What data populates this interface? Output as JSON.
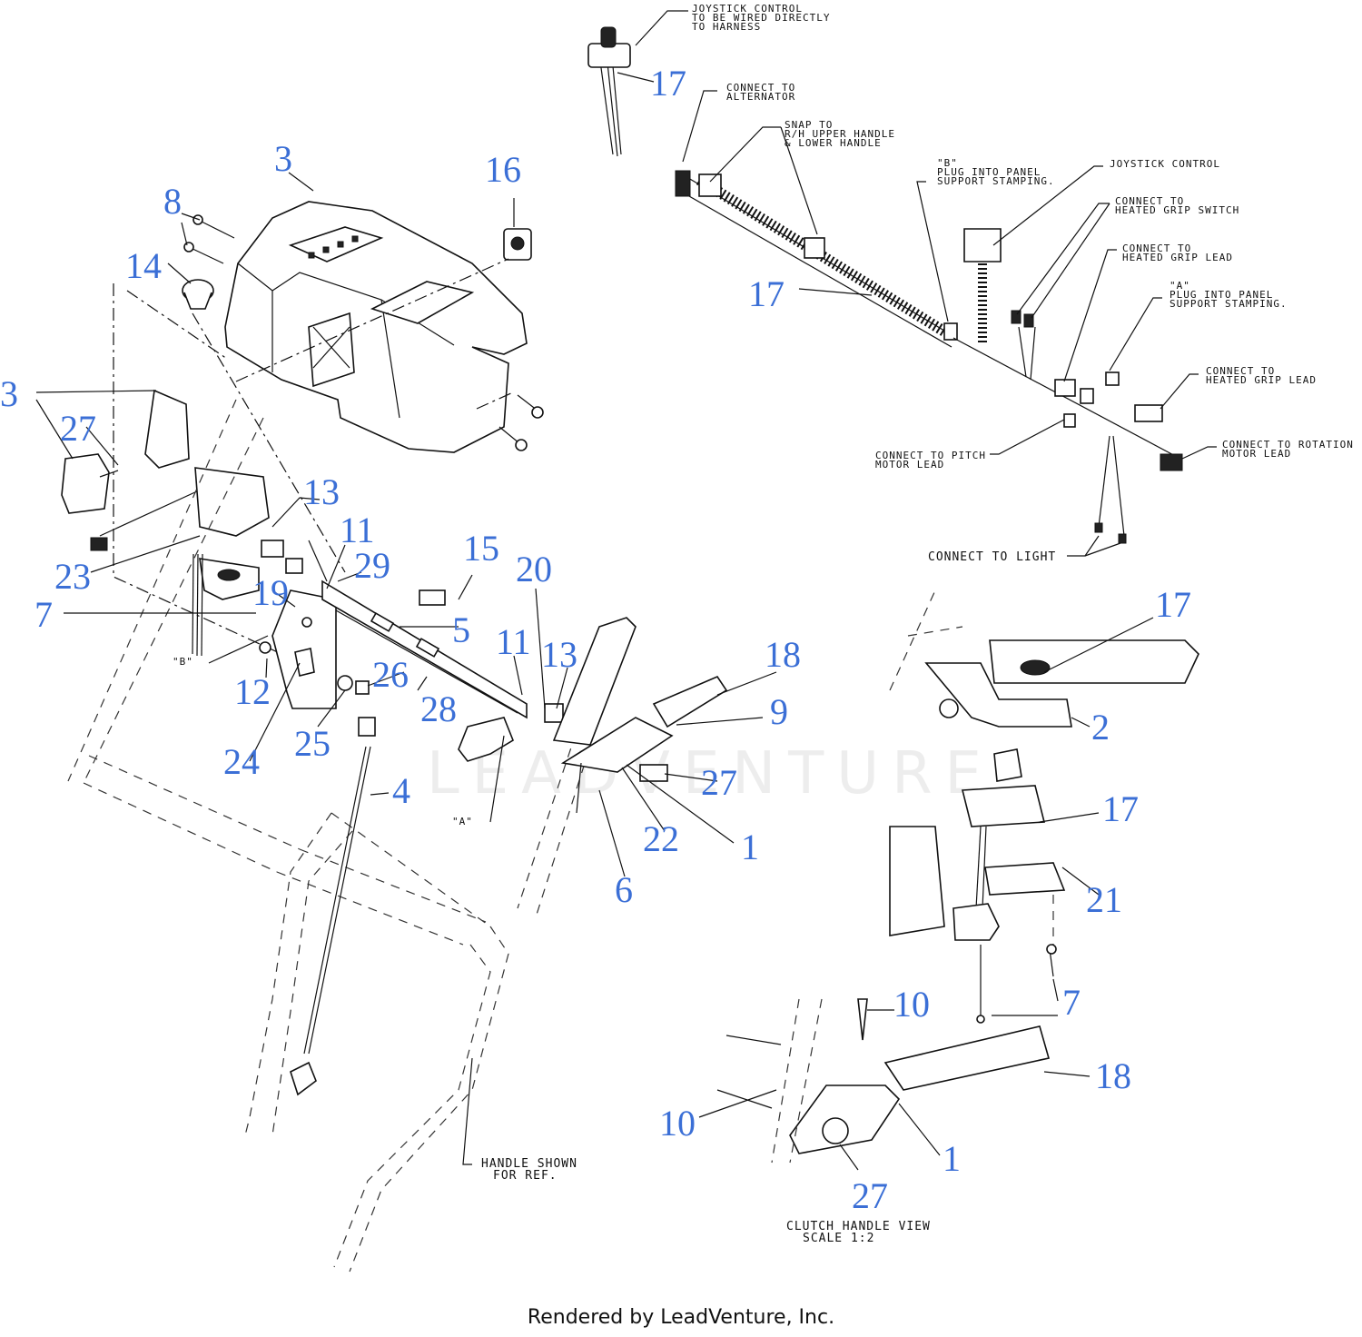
{
  "callouts": [
    "3",
    "16",
    "8",
    "14",
    "3",
    "27",
    "23",
    "7",
    "13",
    "11",
    "29",
    "19",
    "15",
    "20",
    "5",
    "11",
    "13",
    "18",
    "9",
    "12",
    "24",
    "26",
    "28",
    "25",
    "4",
    "27",
    "22",
    "1",
    "6",
    "17",
    "17",
    "17",
    "2",
    "17",
    "21",
    "7",
    "10",
    "10",
    "18",
    "1",
    "27"
  ],
  "notes": {
    "joystick_wired": [
      "JOYSTICK CONTROL",
      "TO BE WIRED DIRECTLY",
      "TO HARNESS"
    ],
    "alternator": [
      "CONNECT TO",
      "ALTERNATOR"
    ],
    "snap_to": [
      "SNAP TO",
      "R/H  UPPER HANDLE",
      "& LOWER HANDLE"
    ],
    "plug_b": [
      "\"B\"",
      "PLUG INTO PANEL",
      "SUPPORT STAMPING."
    ],
    "joystick_control": [
      "JOYSTICK CONTROL"
    ],
    "heated_switch": [
      "CONNECT TO",
      "HEATED GRIP SWITCH"
    ],
    "heated_lead": [
      "CONNECT TO",
      "HEATED GRIP LEAD"
    ],
    "plug_a": [
      "\"A\"",
      "PLUG INTO PANEL",
      "SUPPORT STAMPING."
    ],
    "heated_lead2": [
      "CONNECT TO",
      "HEATED GRIP LEAD"
    ],
    "rotation": [
      "CONNECT TO ROTATION",
      "MOTOR LEAD"
    ],
    "pitch": [
      "CONNECT TO PITCH",
      "MOTOR LEAD"
    ],
    "light": [
      "CONNECT TO LIGHT"
    ],
    "handle_ref": [
      "HANDLE SHOWN",
      "FOR REF."
    ],
    "clutch_view": [
      "CLUTCH HANDLE VIEW",
      "SCALE 1:2"
    ],
    "ref_b": [
      "\"B\""
    ],
    "ref_a": [
      "\"A\""
    ]
  },
  "watermark": "LEADVENTURE",
  "footer": "Rendered by LeadVenture, Inc."
}
